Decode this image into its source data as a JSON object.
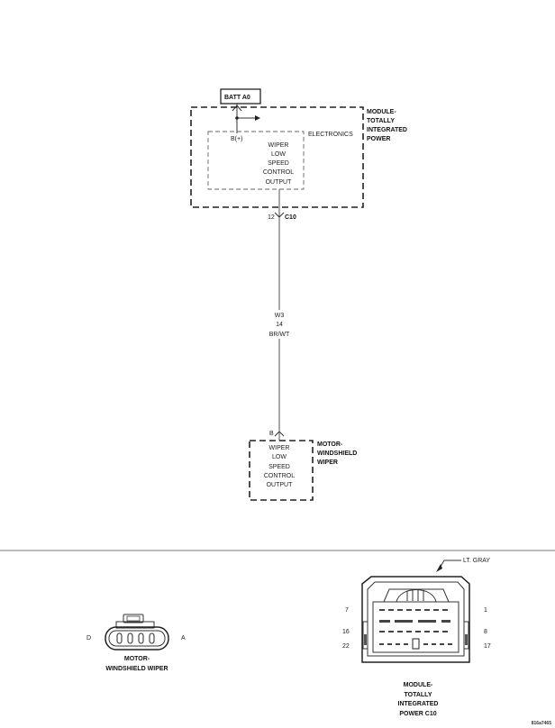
{
  "batt_label": "BATT A0",
  "module": {
    "name_lines": [
      "MODULE-",
      "TOTALLY",
      "INTEGRATED",
      "POWER"
    ],
    "electronics_label": "ELECTRONICS",
    "pin_label": "B(+)",
    "output_lines": [
      "WIPER",
      "LOW",
      "SPEED",
      "CONTROL",
      "OUTPUT"
    ],
    "cavity": "12",
    "connector": "C10"
  },
  "wire": {
    "circuit": "W3",
    "gauge": "14",
    "color": "BR/WT"
  },
  "motor": {
    "pin": "B",
    "name_lines": [
      "MOTOR-",
      "WINDSHIELD",
      "WIPER"
    ],
    "output_lines": [
      "WIPER",
      "LOW",
      "SPEED",
      "CONTROL",
      "OUTPUT"
    ]
  },
  "motor_connector": {
    "left_pin": "D",
    "right_pin": "A",
    "caption_lines": [
      "MOTOR-",
      "WINDSHIELD WIPER"
    ]
  },
  "c10_connector": {
    "color_label": "LT. GRAY",
    "pin_labels": {
      "left_top": "7",
      "left_mid": "16",
      "left_bottom": "22",
      "right_top": "1",
      "right_mid": "8",
      "right_bottom": "17"
    },
    "caption_lines": [
      "MODULE-",
      "TOTALLY",
      "INTEGRATED",
      "POWER C10"
    ]
  },
  "figure_id": "816a7465"
}
